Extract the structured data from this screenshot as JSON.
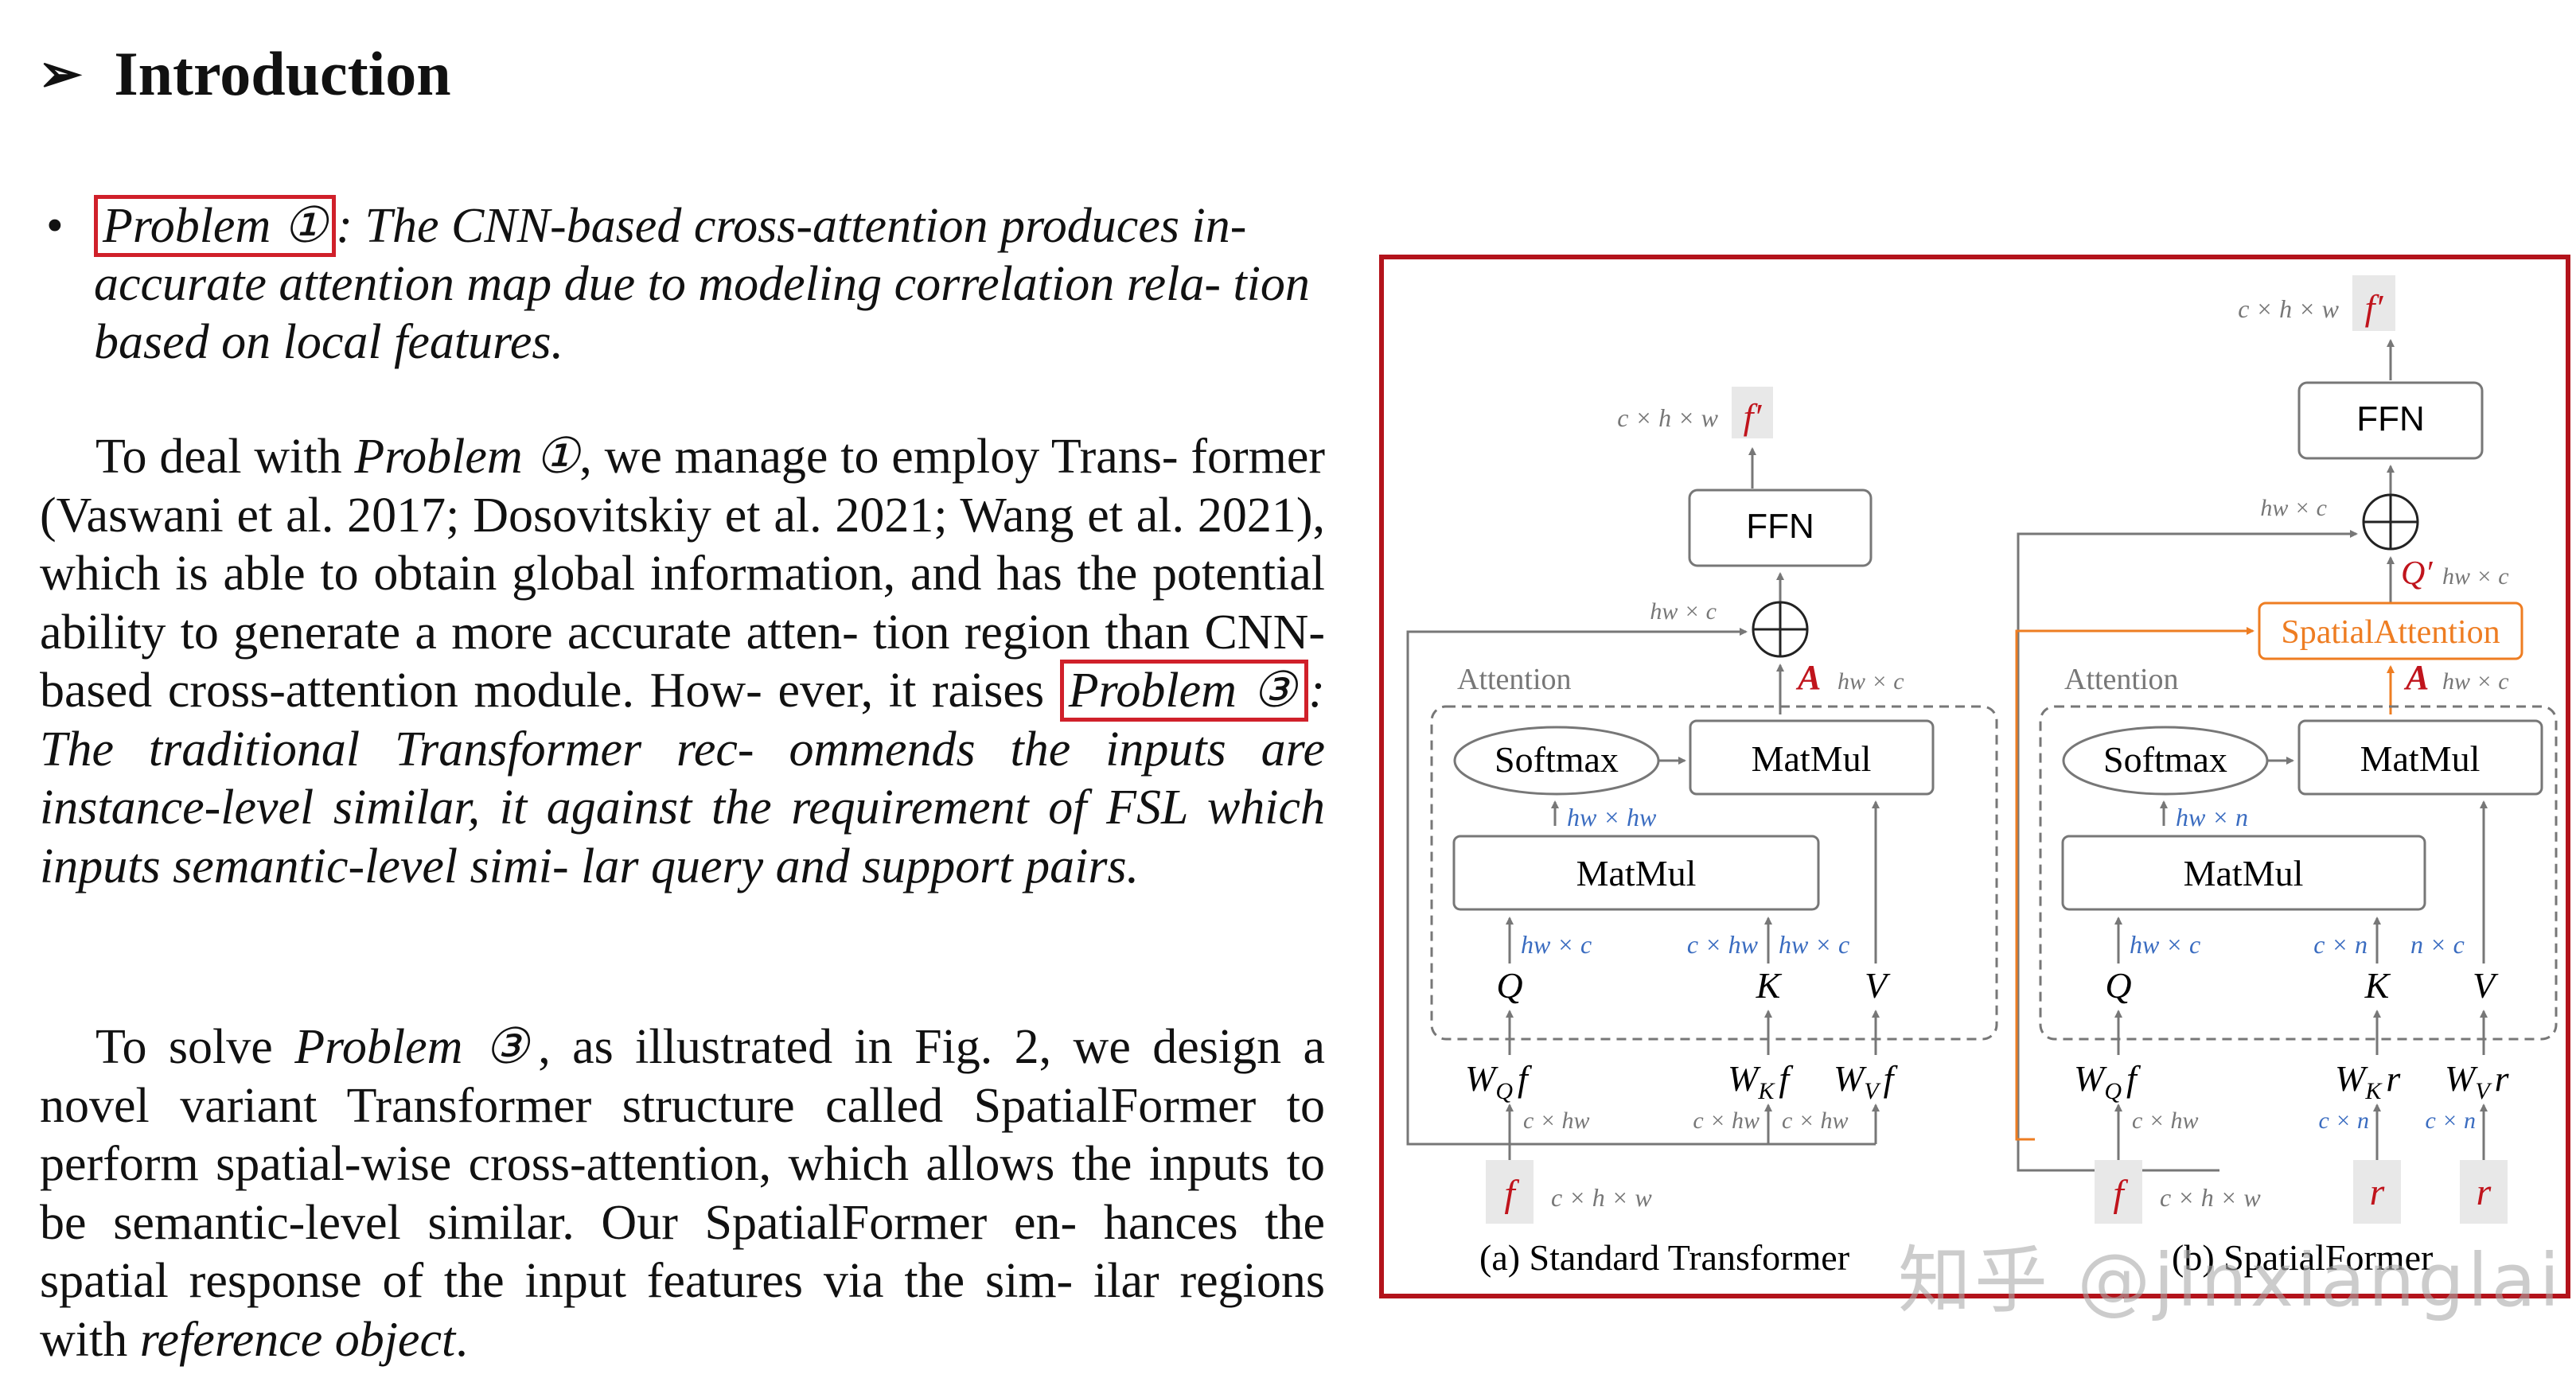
{
  "heading": {
    "arrow_glyph": "➢",
    "title": "Introduction"
  },
  "bullet": {
    "glyph": "•",
    "problem_label": "Problem ①",
    "text": ": The CNN-based cross-attention produces in- accurate attention map due to modeling correlation rela- tion based on local features."
  },
  "para1": {
    "part1": "To deal with ",
    "problem_ref": "Problem ①",
    "part2": ", we manage to employ Trans- former (Vaswani et al. 2017; Dosovitskiy et al. 2021; Wang et al. 2021), which is able to obtain global information, and has the potential ability to generate a more accurate atten- tion region than CNN-based cross-attention module. How- ever, it raises ",
    "problem_label": "Problem ③",
    "part3": ": The traditional Transformer rec- ommends the inputs are instance-level similar, it against the requirement of FSL which inputs semantic-level simi- lar query and support pairs."
  },
  "para2": {
    "part1": "To solve ",
    "problem_ref": "Problem ③",
    "part2": ", as illustrated in Fig. 2, we design a novel variant Transformer structure called SpatialFormer to perform spatial-wise cross-attention, which allows the inputs to be semantic-level similar. Our SpatialFormer en- hances the spatial response of the input features via the sim- ilar regions with ",
    "ref_obj": "reference object",
    "part3": "."
  },
  "figure": {
    "colors": {
      "frame": "#b3131b",
      "red": "#c0141c",
      "blue": "#3a6cc0",
      "orange": "#ee7d22",
      "gray": "#777777"
    },
    "left": {
      "out_dim": "c × h × w",
      "out_feat": "f′",
      "ffn": "FFN",
      "res_dim": "hw × c",
      "attention_label": "Attention",
      "a_label": "A",
      "a_dim": "hw × c",
      "softmax": "Softmax",
      "matmul_top": "MatMul",
      "sm_dim": "hw × hw",
      "matmul_mid": "MatMul",
      "q_dim": "hw × c",
      "k_dim": "c × hw",
      "v_dim": "hw × c",
      "q": "Q",
      "k": "K",
      "v": "V",
      "wq": "W",
      "wq_sub": "Q",
      "wq_arg": "f",
      "wk": "W",
      "wk_sub": "K",
      "wk_arg": "f",
      "wv": "W",
      "wv_sub": "V",
      "wv_arg": "f",
      "in_q_dim": "c × hw",
      "in_k_dim": "c × hw",
      "in_v_dim": "c × hw",
      "in_feat": "f",
      "in_feat_dim": "c × h × w",
      "caption": "(a) Standard Transformer"
    },
    "right": {
      "out_dim": "c × h × w",
      "out_feat": "f′",
      "ffn": "FFN",
      "res_dim": "hw × c",
      "q_prime": "Q′",
      "q_prime_dim": "hw × c",
      "spatial_attention": "SpatialAttention",
      "attention_label": "Attention",
      "a_label": "A",
      "a_dim": "hw × c",
      "softmax": "Softmax",
      "matmul_top": "MatMul",
      "sm_dim": "hw × n",
      "matmul_mid": "MatMul",
      "q_dim": "hw × c",
      "k_dim": "c × n",
      "v_dim": "n × c",
      "q": "Q",
      "k": "K",
      "v": "V",
      "wq": "W",
      "wq_sub": "Q",
      "wq_arg": "f",
      "wk": "W",
      "wk_sub": "K",
      "wk_arg": "r",
      "wv": "W",
      "wv_sub": "V",
      "wv_arg": "r",
      "in_q_dim": "c × hw",
      "in_k_dim": "c × n",
      "in_v_dim": "c × n",
      "in_feat": "f",
      "in_feat_dim": "c × h × w",
      "ref1": "r",
      "ref2": "r",
      "caption": "(b) SpatialFormer"
    }
  },
  "watermark": "知乎 @jinxianglai"
}
